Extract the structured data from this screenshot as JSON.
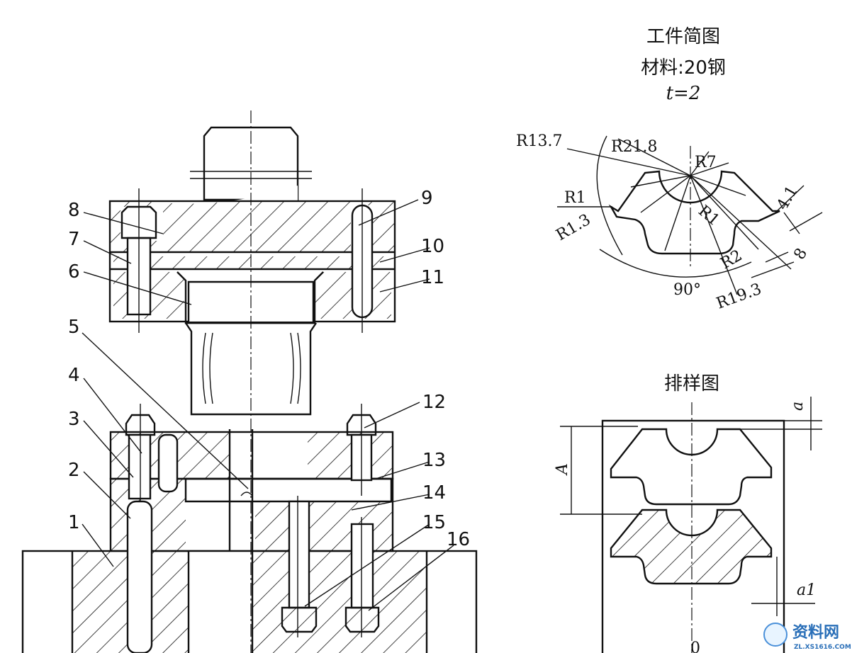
{
  "part_numbers": [
    "1",
    "2",
    "3",
    "4",
    "5",
    "6",
    "7",
    "8",
    "9",
    "10",
    "11",
    "12",
    "13",
    "14",
    "15",
    "16"
  ],
  "workpiece": {
    "title": "工件简图",
    "material": "材料:20钢",
    "thickness": "t=2"
  },
  "dimensions": {
    "r13_7": "R13.7",
    "r21_8": "R21.8",
    "r7": "R7",
    "r1_left": "R1",
    "r1_3": "R1.3",
    "r1_right": "R1",
    "d4_1": "4.1",
    "r2": "R2",
    "d8": "8",
    "angle90": "90°",
    "r19_3": "R19.3"
  },
  "layout_view": {
    "title": "排样图",
    "a": "a",
    "A": "A",
    "a1": "a1",
    "bottom_label": "0"
  },
  "watermark": {
    "text": "资料网",
    "sub": "ZL.XS1616.COM"
  }
}
